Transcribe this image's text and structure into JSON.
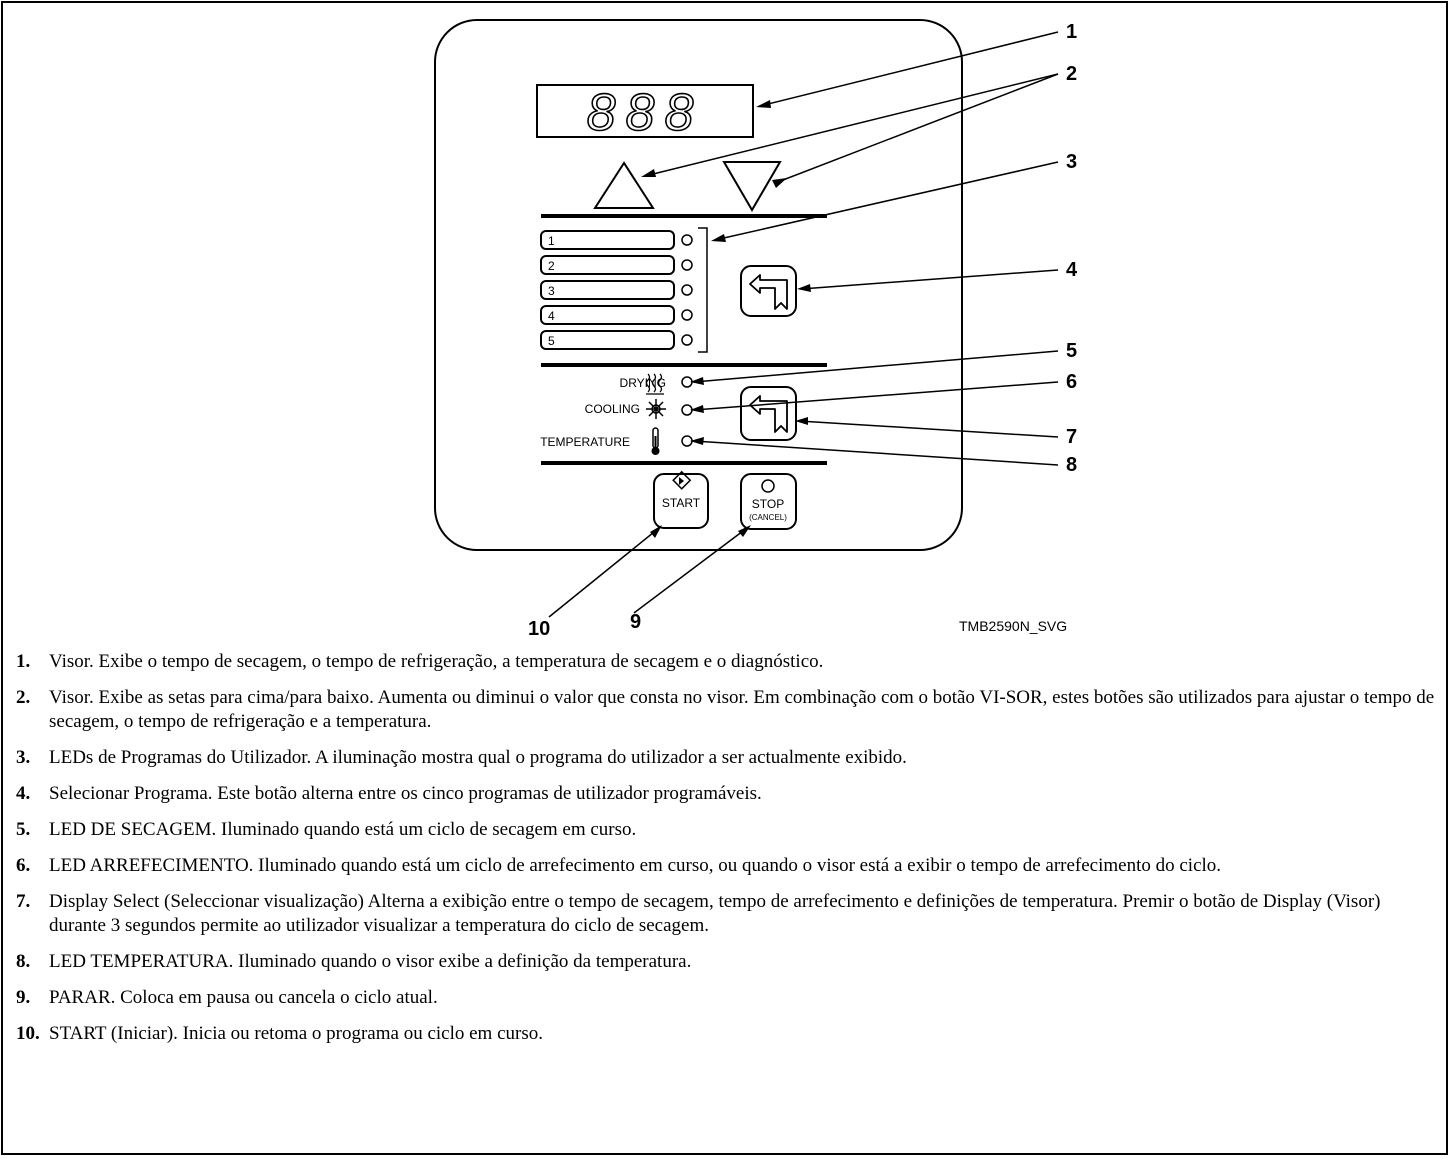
{
  "diagram": {
    "display_digits": "888",
    "program_labels": [
      "1",
      "2",
      "3",
      "4",
      "5"
    ],
    "status_labels": {
      "drying": "DRYING",
      "cooling": "COOLING",
      "temperature": "TEMPERATURE"
    },
    "start_label": "START",
    "stop_label": "STOP",
    "stop_sublabel": "(CANCEL)",
    "callouts": [
      "1",
      "2",
      "3",
      "4",
      "5",
      "6",
      "7",
      "8",
      "9",
      "10"
    ],
    "figure_id": "TMB2590N_SVG"
  },
  "legend": [
    {
      "num": "1.",
      "text": "Visor. Exibe o tempo de secagem, o tempo de refrigeração, a temperatura de secagem e o diagnóstico."
    },
    {
      "num": "2.",
      "text": "Visor. Exibe as setas para cima/para baixo. Aumenta ou diminui o valor que consta no visor. Em combinação com o botão VI-SOR, estes botões são utilizados para ajustar o tempo de secagem, o tempo de refrigeração e a temperatura."
    },
    {
      "num": "3.",
      "text": "LEDs de Programas do Utilizador. A iluminação mostra qual o programa do utilizador a ser actualmente exibido."
    },
    {
      "num": "4.",
      "text": "Selecionar Programa. Este botão alterna entre os cinco programas de utilizador programáveis."
    },
    {
      "num": "5.",
      "text": "LED DE SECAGEM. Iluminado quando está um ciclo de secagem em curso."
    },
    {
      "num": "6.",
      "text": "LED ARREFECIMENTO. Iluminado quando está um ciclo de arrefecimento em curso, ou quando o visor está a exibir o tempo de arrefecimento do ciclo."
    },
    {
      "num": "7.",
      "text": "Display Select (Seleccionar visualização) Alterna a exibição entre o tempo de secagem, tempo de arrefecimento e definições de temperatura. Premir o botão de Display (Visor) durante 3 segundos permite ao utilizador visualizar a temperatura do ciclo de secagem."
    },
    {
      "num": "8.",
      "text": "LED TEMPERATURA. Iluminado quando o visor exibe a definição da temperatura."
    },
    {
      "num": "9.",
      "text": "PARAR. Coloca em pausa ou cancela o ciclo atual."
    },
    {
      "num": "10.",
      "text": "START (Iniciar). Inicia ou retoma o programa ou ciclo em curso."
    }
  ]
}
